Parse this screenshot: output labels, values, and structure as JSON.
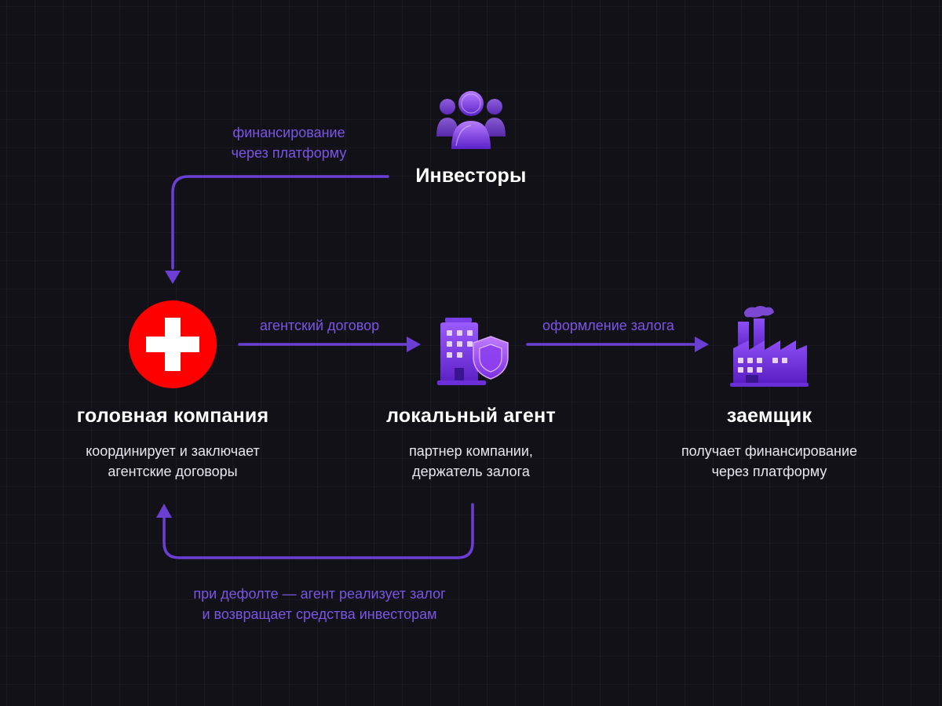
{
  "colors": {
    "background": "#131118",
    "accent": "#6b3fd4",
    "edge_label": "#7a55e6",
    "swiss_red": "#ff0000",
    "text": "#ffffff"
  },
  "nodes": {
    "investors": {
      "title": "Инвесторы",
      "icon": "people-group-icon"
    },
    "head_company": {
      "title": "головная компания",
      "desc_line1": "координирует и заключает",
      "desc_line2": "агентские договоры",
      "icon": "swiss-cross-icon"
    },
    "local_agent": {
      "title": "локальный агент",
      "desc_line1": "партнер компании,",
      "desc_line2": "держатель залога",
      "icon": "building-shield-icon"
    },
    "borrower": {
      "title": "заемщик",
      "desc_line1": "получает финансирование",
      "desc_line2": "через платформу",
      "icon": "factory-icon"
    }
  },
  "edges": {
    "financing": {
      "line1": "финансирование",
      "line2": "через платформу"
    },
    "agency": {
      "label": "агентский договор"
    },
    "collateral": {
      "label": "оформление залога"
    },
    "default": {
      "line1": "при дефолте — агент реализует залог",
      "line2": "и возвращает средства инвесторам"
    }
  }
}
